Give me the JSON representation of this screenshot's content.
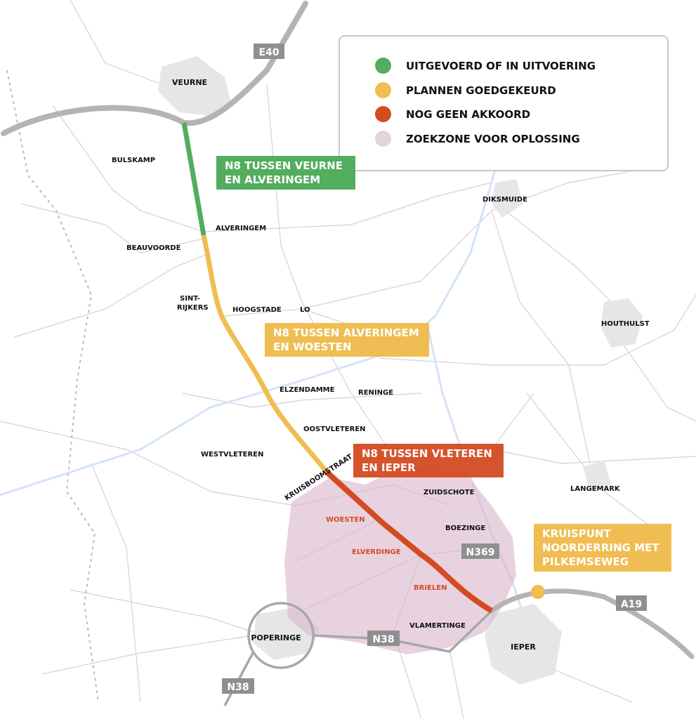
{
  "legend": {
    "items": [
      {
        "label": "UITGEVOERD OF IN UITVOERING",
        "color": "#52ad5e"
      },
      {
        "label": "PLANNEN GOEDGEKEURD",
        "color": "#efbd52"
      },
      {
        "label": "NOG GEEN AKKOORD",
        "color": "#d44b22"
      },
      {
        "label": "ZOEKZONE VOOR OPLOSSING",
        "color": "#e3d5df"
      }
    ]
  },
  "callouts": {
    "veurne_alveringem": "N8 TUSSEN VEURNE\nEN ALVERINGEM",
    "alveringem_woesten": "N8 TUSSEN ALVERINGEM\nEN WOESTEN",
    "vleteren_ieper": "N8 TUSSEN VLETEREN\nEN IEPER",
    "kruispunt": "KRUISPUNT\nNOORDERRING MET\nPILKEMSEWEG"
  },
  "road_shields": {
    "e40": "E40",
    "a19": "A19",
    "n38a": "N38",
    "n38b": "N38",
    "n369": "N369"
  },
  "cities": {
    "veurne": "VEURNE",
    "poperinge": "POPERINGE",
    "ieper": "IEPER"
  },
  "places": {
    "bulskamp": "BULSKAMP",
    "beauvoorde": "BEAUVOORDE",
    "alveringem": "ALVERINGEM",
    "sint": "SINT-",
    "rijkers": "RIJKERS",
    "hoogstade": "HOOGSTADE",
    "lo": "LO",
    "diksmuide": "DIKSMUIDE",
    "houthulst": "HOUTHULST",
    "elzendamme": "ELZENDAMME",
    "reninge": "RENINGE",
    "oostvleteren": "OOSTVLETEREN",
    "westvleteren": "WESTVLETEREN",
    "kruisboomstraat": "KRUISBOOMSTRAAT",
    "zuidschote": "ZUIDSCHOTE",
    "langemark": "LANGEMARK",
    "boezinge": "BOEZINGE",
    "vlamertinge": "VLAMERTINGE"
  },
  "places_zone": {
    "woesten": "WOESTEN",
    "elverdinge": "ELVERDINGE",
    "brielen": "BRIELEN"
  }
}
